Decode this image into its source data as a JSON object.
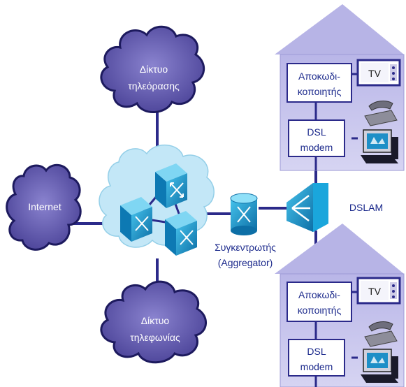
{
  "clouds": {
    "tv_network": {
      "line1": "Δίκτυο",
      "line2": "τηλεόρασης"
    },
    "internet": {
      "label": "Internet"
    },
    "phone_network": {
      "line1": "Δίκτυο",
      "line2": "τηλεφωνίας"
    }
  },
  "aggregator": {
    "line1": "Συγκεντρωτής",
    "line2": "(Aggregator)"
  },
  "dslam": {
    "label": "DSLAM"
  },
  "homes": [
    {
      "decoder_line1": "Αποκωδι-",
      "decoder_line2": "κοποιητής",
      "modem_line1": "DSL",
      "modem_line2": "modem",
      "tv": "TV"
    },
    {
      "decoder_line1": "Αποκωδι-",
      "decoder_line2": "κοποιητής",
      "modem_line1": "DSL",
      "modem_line2": "modem",
      "tv": "TV"
    }
  ],
  "colors": {
    "link": "#2b2a8a",
    "cloud_fill": "#6b63b5",
    "cloud_outline": "#1d1a5e",
    "house_fill": "#c8c6ec",
    "switch_fill": "#1a9fd0",
    "core_cloud": "#bfe6f7"
  }
}
